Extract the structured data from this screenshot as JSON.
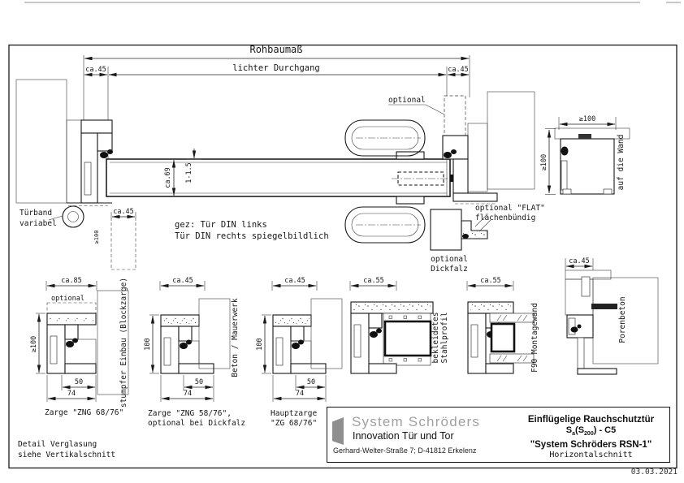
{
  "date": "03.03.2021",
  "section": {
    "dim_rohbaumass": "Rohbaumaß",
    "dim_lichter_durchgang": "lichter Durchgang",
    "dim_ca45_left": "ca.45",
    "dim_ca45_right": "ca.45",
    "dim_ca69": "ca.69",
    "dim_gap": "1-1.5",
    "dim_ca45_hinge": "ca.45",
    "dim_min100_hinge": "≥100",
    "label_optional": "optional",
    "label_tuerband_line1": "Türband",
    "label_tuerband_line2": "variabel",
    "note_gez_line1": "gez: Tür DIN links",
    "note_gez_line2": "Tür DIN rechts spiegelbildlich",
    "label_flat_line1": "optional \"FLAT\"",
    "label_flat_line2": "flächenbündig",
    "label_dickfalz_line1": "optional",
    "label_dickfalz_line2": "Dickfalz"
  },
  "wall_mount_detail": {
    "dim_width": "≥100",
    "dim_height": "≥100",
    "caption": "auf die Wand"
  },
  "details": {
    "blockzarge": {
      "dim_top": "ca.85",
      "optional_label": "optional",
      "dim_left": "≥100",
      "dim_inner": "50",
      "dim_outer": "74",
      "caption": "Zarge \"ZNG 68/76\"",
      "side_label": "stumpfer Einbau (Blockzarge)"
    },
    "zng5876": {
      "dim_top": "ca.45",
      "dim_left": "100",
      "dim_inner": "50",
      "dim_outer": "74",
      "caption_line1": "Zarge \"ZNG 58/76\",",
      "caption_line2": "optional bei Dickfalz",
      "side_label": "Beton / Mauerwerk"
    },
    "hauptzarge": {
      "dim_top": "ca.45",
      "dim_left": "100",
      "dim_inner": "50",
      "dim_outer": "74",
      "caption_line1": "Hauptzarge",
      "caption_line2": "\"ZG 68/76\""
    },
    "stahlprofil": {
      "dim_top": "ca.55",
      "side_label_line1": "bekleidetes",
      "side_label_line2": "Stahlprofil"
    },
    "montagewand": {
      "dim_top": "ca.55",
      "side_label": "F90 Montagewand"
    },
    "porenbeton": {
      "dim_top": "ca.45",
      "side_label": "Porenbeton"
    }
  },
  "notes": {
    "line1": "Detail Verglasung",
    "line2": "siehe Vertikalschnitt"
  },
  "title_block": {
    "company": "System Schröders",
    "tagline": "Innovation Tür und Tor",
    "address": "Gerhard-Welter-Straße 7;  D-41812 Erkelenz",
    "product": "Einflügelige Rauchschutztür",
    "class_s1": "S",
    "class_sub1": "a",
    "class_s2": "(S",
    "class_sub2": "200",
    "class_s3": ") - C5",
    "system": "\"System Schröders RSN-1\"",
    "view": "Horizontalschnitt"
  }
}
